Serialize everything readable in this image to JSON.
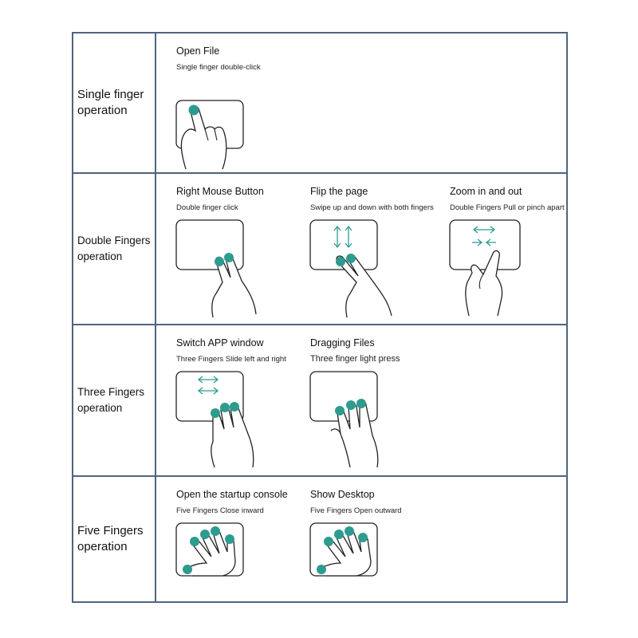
{
  "colors": {
    "border": "#4f6580",
    "accent": "#2e9b8f",
    "line": "#222222"
  },
  "rows": [
    {
      "label": "Single finger\noperation",
      "gestures": [
        {
          "title": "Open File",
          "desc": "Single finger double-click",
          "icon": "single-finger-tap-icon"
        }
      ]
    },
    {
      "label": "Double Fingers\noperation",
      "gestures": [
        {
          "title": "Right Mouse Button",
          "desc": "Double finger click",
          "icon": "two-finger-click-icon"
        },
        {
          "title": "Flip the page",
          "desc": "Swipe up and down with both fingers",
          "icon": "two-finger-scroll-icon"
        },
        {
          "title": "Zoom in and out",
          "desc": "Double Fingers Pull or pinch apart",
          "icon": "pinch-zoom-icon"
        }
      ]
    },
    {
      "label": "Three Fingers\noperation",
      "gestures": [
        {
          "title": "Switch APP window",
          "desc": "Three Fingers Slide left and right",
          "icon": "three-finger-swipe-icon"
        },
        {
          "title": "Dragging Files",
          "desc": "Three finger light press",
          "icon": "three-finger-press-icon"
        }
      ]
    },
    {
      "label": "Five Fingers\noperation",
      "gestures": [
        {
          "title": "Open the startup console",
          "desc": "Five Fingers Close inward",
          "icon": "five-finger-pinch-in-icon"
        },
        {
          "title": "Show Desktop",
          "desc": "Five Fingers Open outward",
          "icon": "five-finger-spread-icon"
        }
      ]
    }
  ]
}
